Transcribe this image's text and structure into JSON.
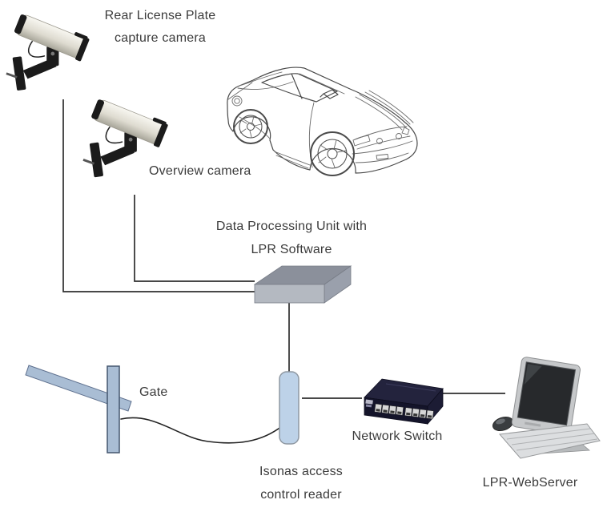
{
  "diagram": {
    "type": "system-architecture",
    "background": "#ffffff",
    "labels": {
      "rear_camera": "Rear License Plate\ncapture camera",
      "overview_camera": "Overview camera",
      "dpu": "Data Processing Unit with\nLPR Software",
      "gate": "Gate",
      "network_switch": "Network Switch",
      "reader": "Isonas access\ncontrol reader",
      "webserver": "LPR-WebServer"
    },
    "nodes": [
      {
        "id": "rear-license-plate-camera",
        "kind": "cctv-bullet-camera"
      },
      {
        "id": "overview-camera",
        "kind": "cctv-bullet-camera"
      },
      {
        "id": "vehicle",
        "kind": "car-line-art"
      },
      {
        "id": "data-processing-unit",
        "kind": "processing-box"
      },
      {
        "id": "gate",
        "kind": "barrier-gate"
      },
      {
        "id": "isonas-access-control-reader",
        "kind": "wall-reader"
      },
      {
        "id": "network-switch",
        "kind": "8-port-switch"
      },
      {
        "id": "lpr-webserver",
        "kind": "desktop-computer"
      }
    ],
    "connections": [
      {
        "from": "rear-license-plate-camera",
        "to": "data-processing-unit",
        "style": "right-angle"
      },
      {
        "from": "overview-camera",
        "to": "data-processing-unit",
        "style": "right-angle"
      },
      {
        "from": "data-processing-unit",
        "to": "isonas-access-control-reader",
        "style": "straight"
      },
      {
        "from": "gate",
        "to": "isonas-access-control-reader",
        "style": "curved-cable"
      },
      {
        "from": "isonas-access-control-reader",
        "to": "network-switch",
        "style": "straight"
      },
      {
        "from": "network-switch",
        "to": "lpr-webserver",
        "style": "straight"
      }
    ],
    "colors": {
      "text": "#3b3b3b",
      "line": "#2e2e2e",
      "camera_mount": "#1b1b1b",
      "car_line": "#4a4a4a",
      "dpu_top": "#8b909b",
      "dpu_front": "#b4b9c1",
      "dpu_side": "#9aa0ac",
      "gate_fill": "#a9bdd4",
      "gate_border": "#5d6f8d",
      "reader_fill": "#bdd2e8",
      "reader_border": "#8f98a2",
      "switch_top": "#23233d",
      "switch_front": "#14142a",
      "switch_port": "#d6d6d6",
      "monitor_body": "#c6c8ca",
      "monitor_screen": "#27292c",
      "keyboard_fill": "#dcdee0",
      "device_dark": "#3a3d40"
    }
  }
}
